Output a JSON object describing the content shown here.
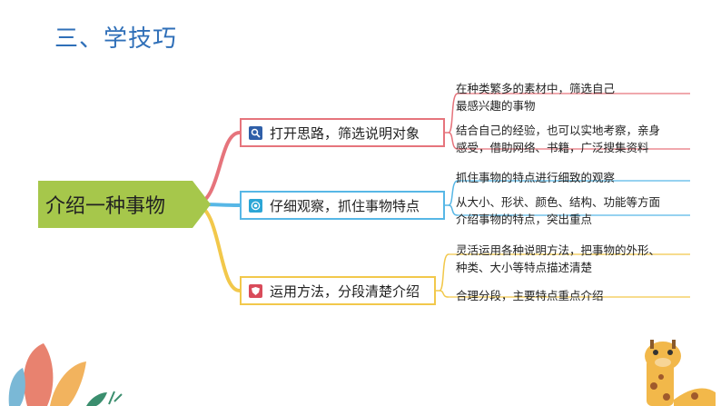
{
  "title": "三、学技巧",
  "diagram": {
    "central": "介绍一种事物",
    "branches": [
      {
        "label": "打开思路，筛选说明对象",
        "color": "#e6747c",
        "icon": "search-icon",
        "leaves": [
          [
            "在种类繁多的素材中，筛选自己",
            "最感兴趣的事物"
          ],
          [
            "结合自己的经验，也可以实地考察，亲身",
            "感受，借助网络、书籍，广泛搜集资料"
          ]
        ]
      },
      {
        "label": "仔细观察，抓住事物特点",
        "color": "#57b7e6",
        "icon": "target-icon",
        "leaves": [
          [
            "抓住事物的特点进行细致的观察"
          ],
          [
            "从大小、形状、颜色、结构、功能等方面",
            "介绍事物的特点，突出重点"
          ]
        ]
      },
      {
        "label": "运用方法，分段清楚介绍",
        "color": "#f2c84b",
        "icon": "shield-icon",
        "leaves": [
          [
            "灵活运用各种说明方法，把事物的外形、",
            "种类、大小等特点描述清楚"
          ],
          [
            "合理分段，主要特点重点介绍"
          ]
        ]
      }
    ]
  }
}
